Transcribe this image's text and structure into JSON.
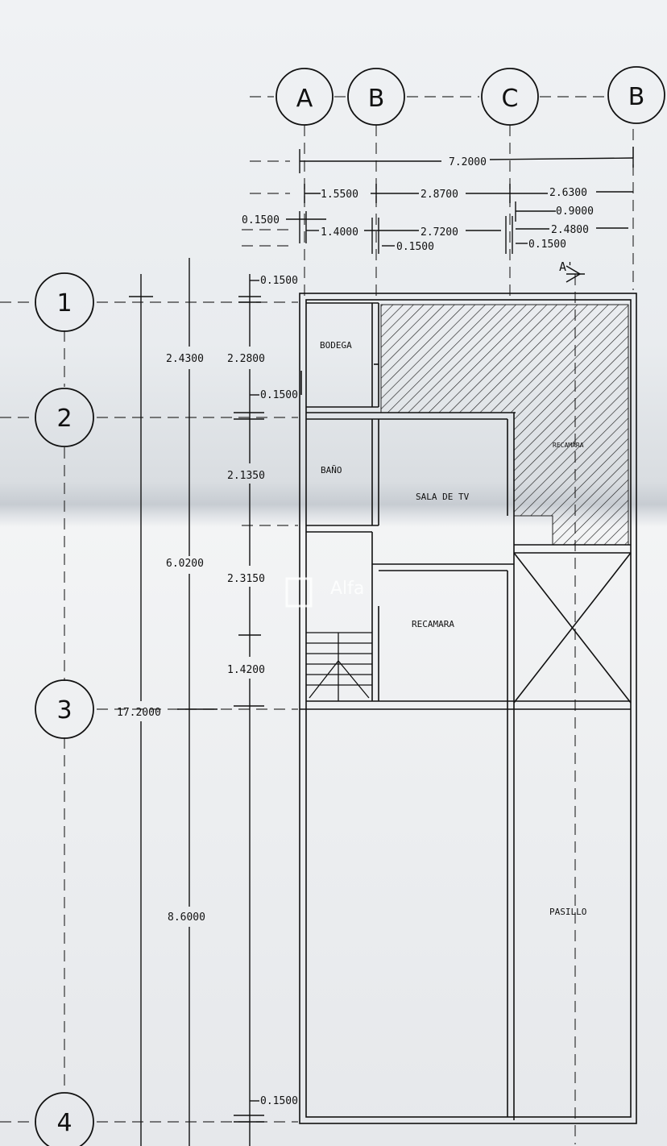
{
  "grid_columns": [
    "A",
    "B",
    "C",
    "B"
  ],
  "grid_rows": [
    "1",
    "2",
    "3",
    "4"
  ],
  "dimensions_top": {
    "total": "7.2000",
    "row1": [
      "1.5500",
      "2.8700",
      "2.6300"
    ],
    "sub1": "0.9000",
    "row2": [
      "0.1500",
      "1.4000",
      "2.7200",
      "2.4800"
    ],
    "row3": [
      "0.1500",
      "0.1500"
    ]
  },
  "dimensions_left": {
    "total": "17.2000",
    "outer": [
      "2.4300",
      "6.0200",
      "8.6000"
    ],
    "inner": [
      "0.1500",
      "2.2800",
      "0.1500",
      "2.1350",
      "2.3150",
      "1.4200",
      "0.1500"
    ]
  },
  "section_mark": "A'",
  "rooms": {
    "bodega": "BODEGA",
    "bano": "BAÑO",
    "sala_tv": "SALA DE TV",
    "recamara_top": "RECAMARA",
    "recamara": "RECAMARA",
    "pasillo": "PASILLO"
  },
  "watermark": "Alfa"
}
